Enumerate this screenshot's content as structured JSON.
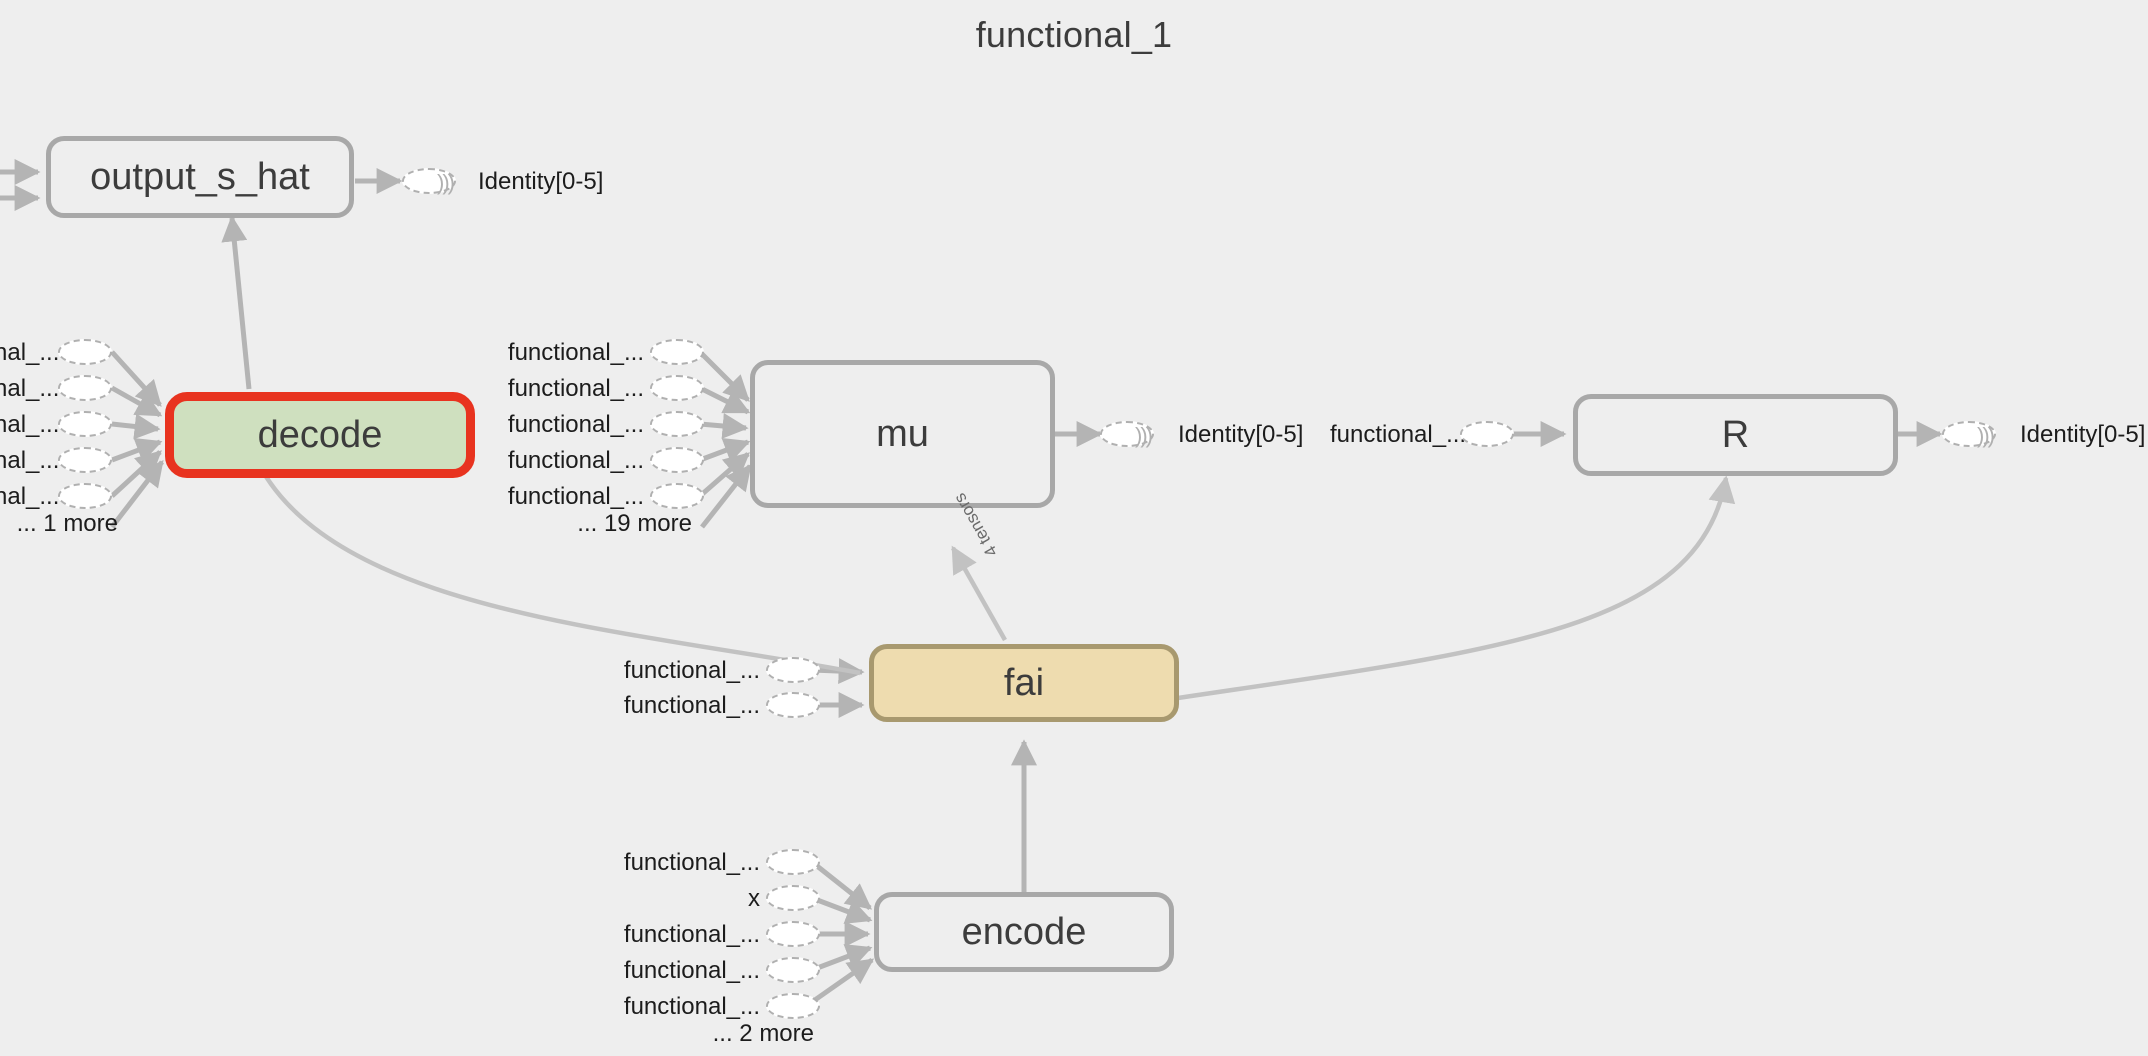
{
  "graph": {
    "title": "functional_1",
    "background_color": "#eeeeee",
    "node_border_color": "#a8a8a8",
    "emphasis_border_color": "#e8331f",
    "emphasis_fill_color": "#cfe0bf",
    "tan_border_color": "#a8996f",
    "tan_fill_color": "#eedcaf",
    "edge_color": "#b4b4b4",
    "text_color": "#3c3c3c"
  },
  "nodes": [
    {
      "id": "output_s_hat",
      "label": "output_s_hat",
      "style": "plain"
    },
    {
      "id": "decode",
      "label": "decode",
      "style": "emphasis"
    },
    {
      "id": "mu",
      "label": "mu",
      "style": "plain"
    },
    {
      "id": "R",
      "label": "R",
      "style": "plain"
    },
    {
      "id": "fai",
      "label": "fai",
      "style": "tan"
    },
    {
      "id": "encode",
      "label": "encode",
      "style": "plain"
    }
  ],
  "output_markers": [
    {
      "id": "out-s-hat-identity",
      "label": "Identity[0-5]"
    },
    {
      "id": "mu-identity",
      "label": "Identity[0-5]"
    },
    {
      "id": "r-identity",
      "label": "Identity[0-5]"
    }
  ],
  "inputs": {
    "decode": {
      "labels": [
        "nal_...",
        "nal_...",
        "nal_...",
        "nal_...",
        "nal_..."
      ],
      "more": "... 1 more"
    },
    "mu": {
      "labels": [
        "functional_...",
        "functional_...",
        "functional_...",
        "functional_...",
        "functional_..."
      ],
      "more": "... 19 more"
    },
    "R": {
      "labels": [
        "functional_..."
      ],
      "more": ""
    },
    "fai": {
      "labels": [
        "functional_...",
        "functional_..."
      ],
      "more": ""
    },
    "encode": {
      "labels": [
        "functional_...",
        "x",
        "functional_...",
        "functional_...",
        "functional_..."
      ],
      "more": "... 2 more"
    }
  },
  "edge_labels": [
    {
      "id": "fai-to-mu-count",
      "label": "4 tensors"
    }
  ]
}
